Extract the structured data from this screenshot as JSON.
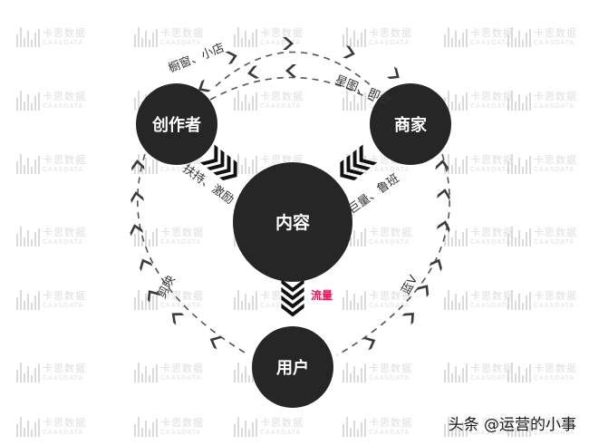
{
  "watermark": {
    "cn": "卡思数据",
    "en": "CAASDATA"
  },
  "nodes": {
    "creator": "创作者",
    "merchant": "商家",
    "content": "内容",
    "user": "用户"
  },
  "labels": {
    "top": "橱窗、小店",
    "top_right": "星图、即合",
    "left_inner": "扶持、激励",
    "right_inner": "巨量、鲁班",
    "traffic": "流量",
    "left_outer": "剪映",
    "right_outer": "蓝V"
  },
  "footer": "头条 @运营的小事",
  "colors": {
    "node": "#262626",
    "chevron": "#3b3b3b",
    "accent": "#e5175a",
    "dash": "#555555"
  }
}
